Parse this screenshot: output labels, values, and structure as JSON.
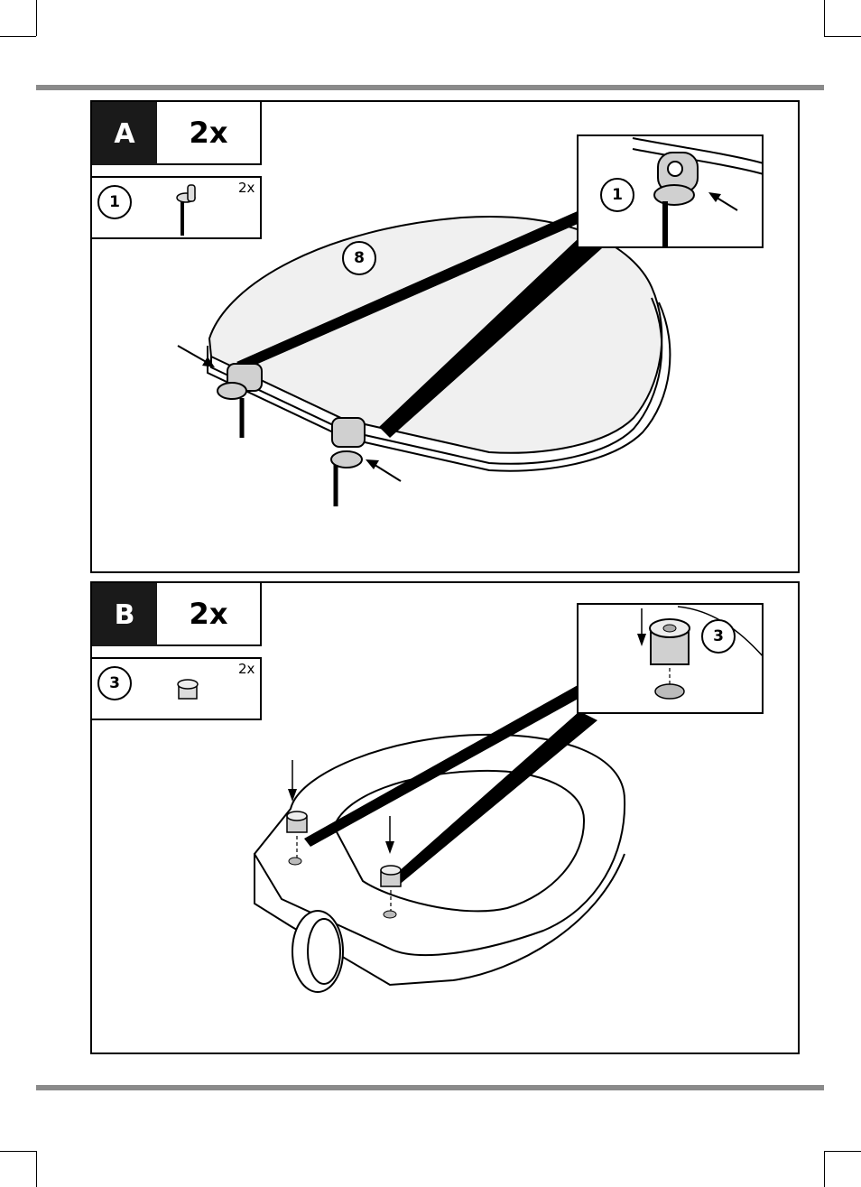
{
  "step_a": {
    "letter": "A",
    "quantity": "2x",
    "part_number": "1",
    "part_quantity": "2x",
    "inset_part_number": "1",
    "seat_part_number": "8"
  },
  "step_b": {
    "letter": "B",
    "quantity": "2x",
    "part_number": "3",
    "part_quantity": "2x",
    "inset_part_number": "3"
  },
  "icons": [
    "hinge-bolt-icon",
    "buffer-plug-icon"
  ],
  "colors": {
    "rule": "#8a8a8a",
    "seat_fill": "#e6e6e6",
    "ink": "#000000"
  }
}
